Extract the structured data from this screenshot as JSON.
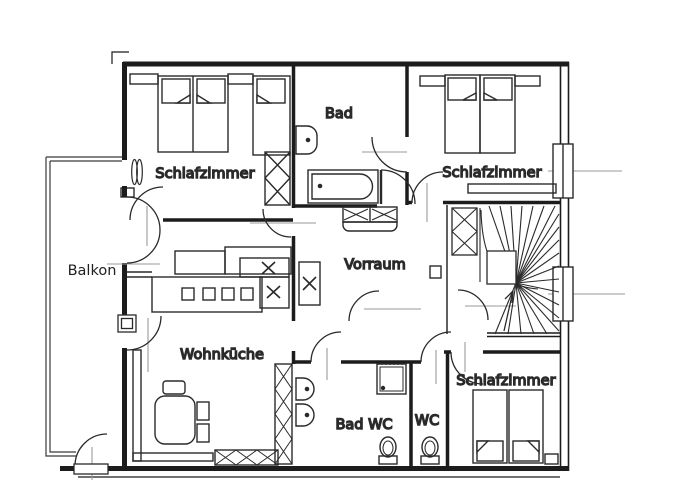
{
  "floorplan": {
    "rooms": {
      "bedroom_top_left": {
        "label": "Schlafzimmer"
      },
      "bathroom": {
        "label": "Bad"
      },
      "bedroom_top_right": {
        "label": "Schlafzimmer"
      },
      "balcony": {
        "label": "Balkon"
      },
      "hallway": {
        "label": "Vorraum"
      },
      "kitchen_living": {
        "label": "Wohnküche"
      },
      "bathroom_wc": {
        "label": "Bad WC"
      },
      "wc": {
        "label": "WC"
      },
      "bedroom_bottom_right": {
        "label": "Schlafzimmer"
      }
    },
    "colors": {
      "wall": "#1c1c1c",
      "furniture": "#2a2a2a",
      "tick": "#9a9a9a",
      "background": "#ffffff"
    }
  }
}
